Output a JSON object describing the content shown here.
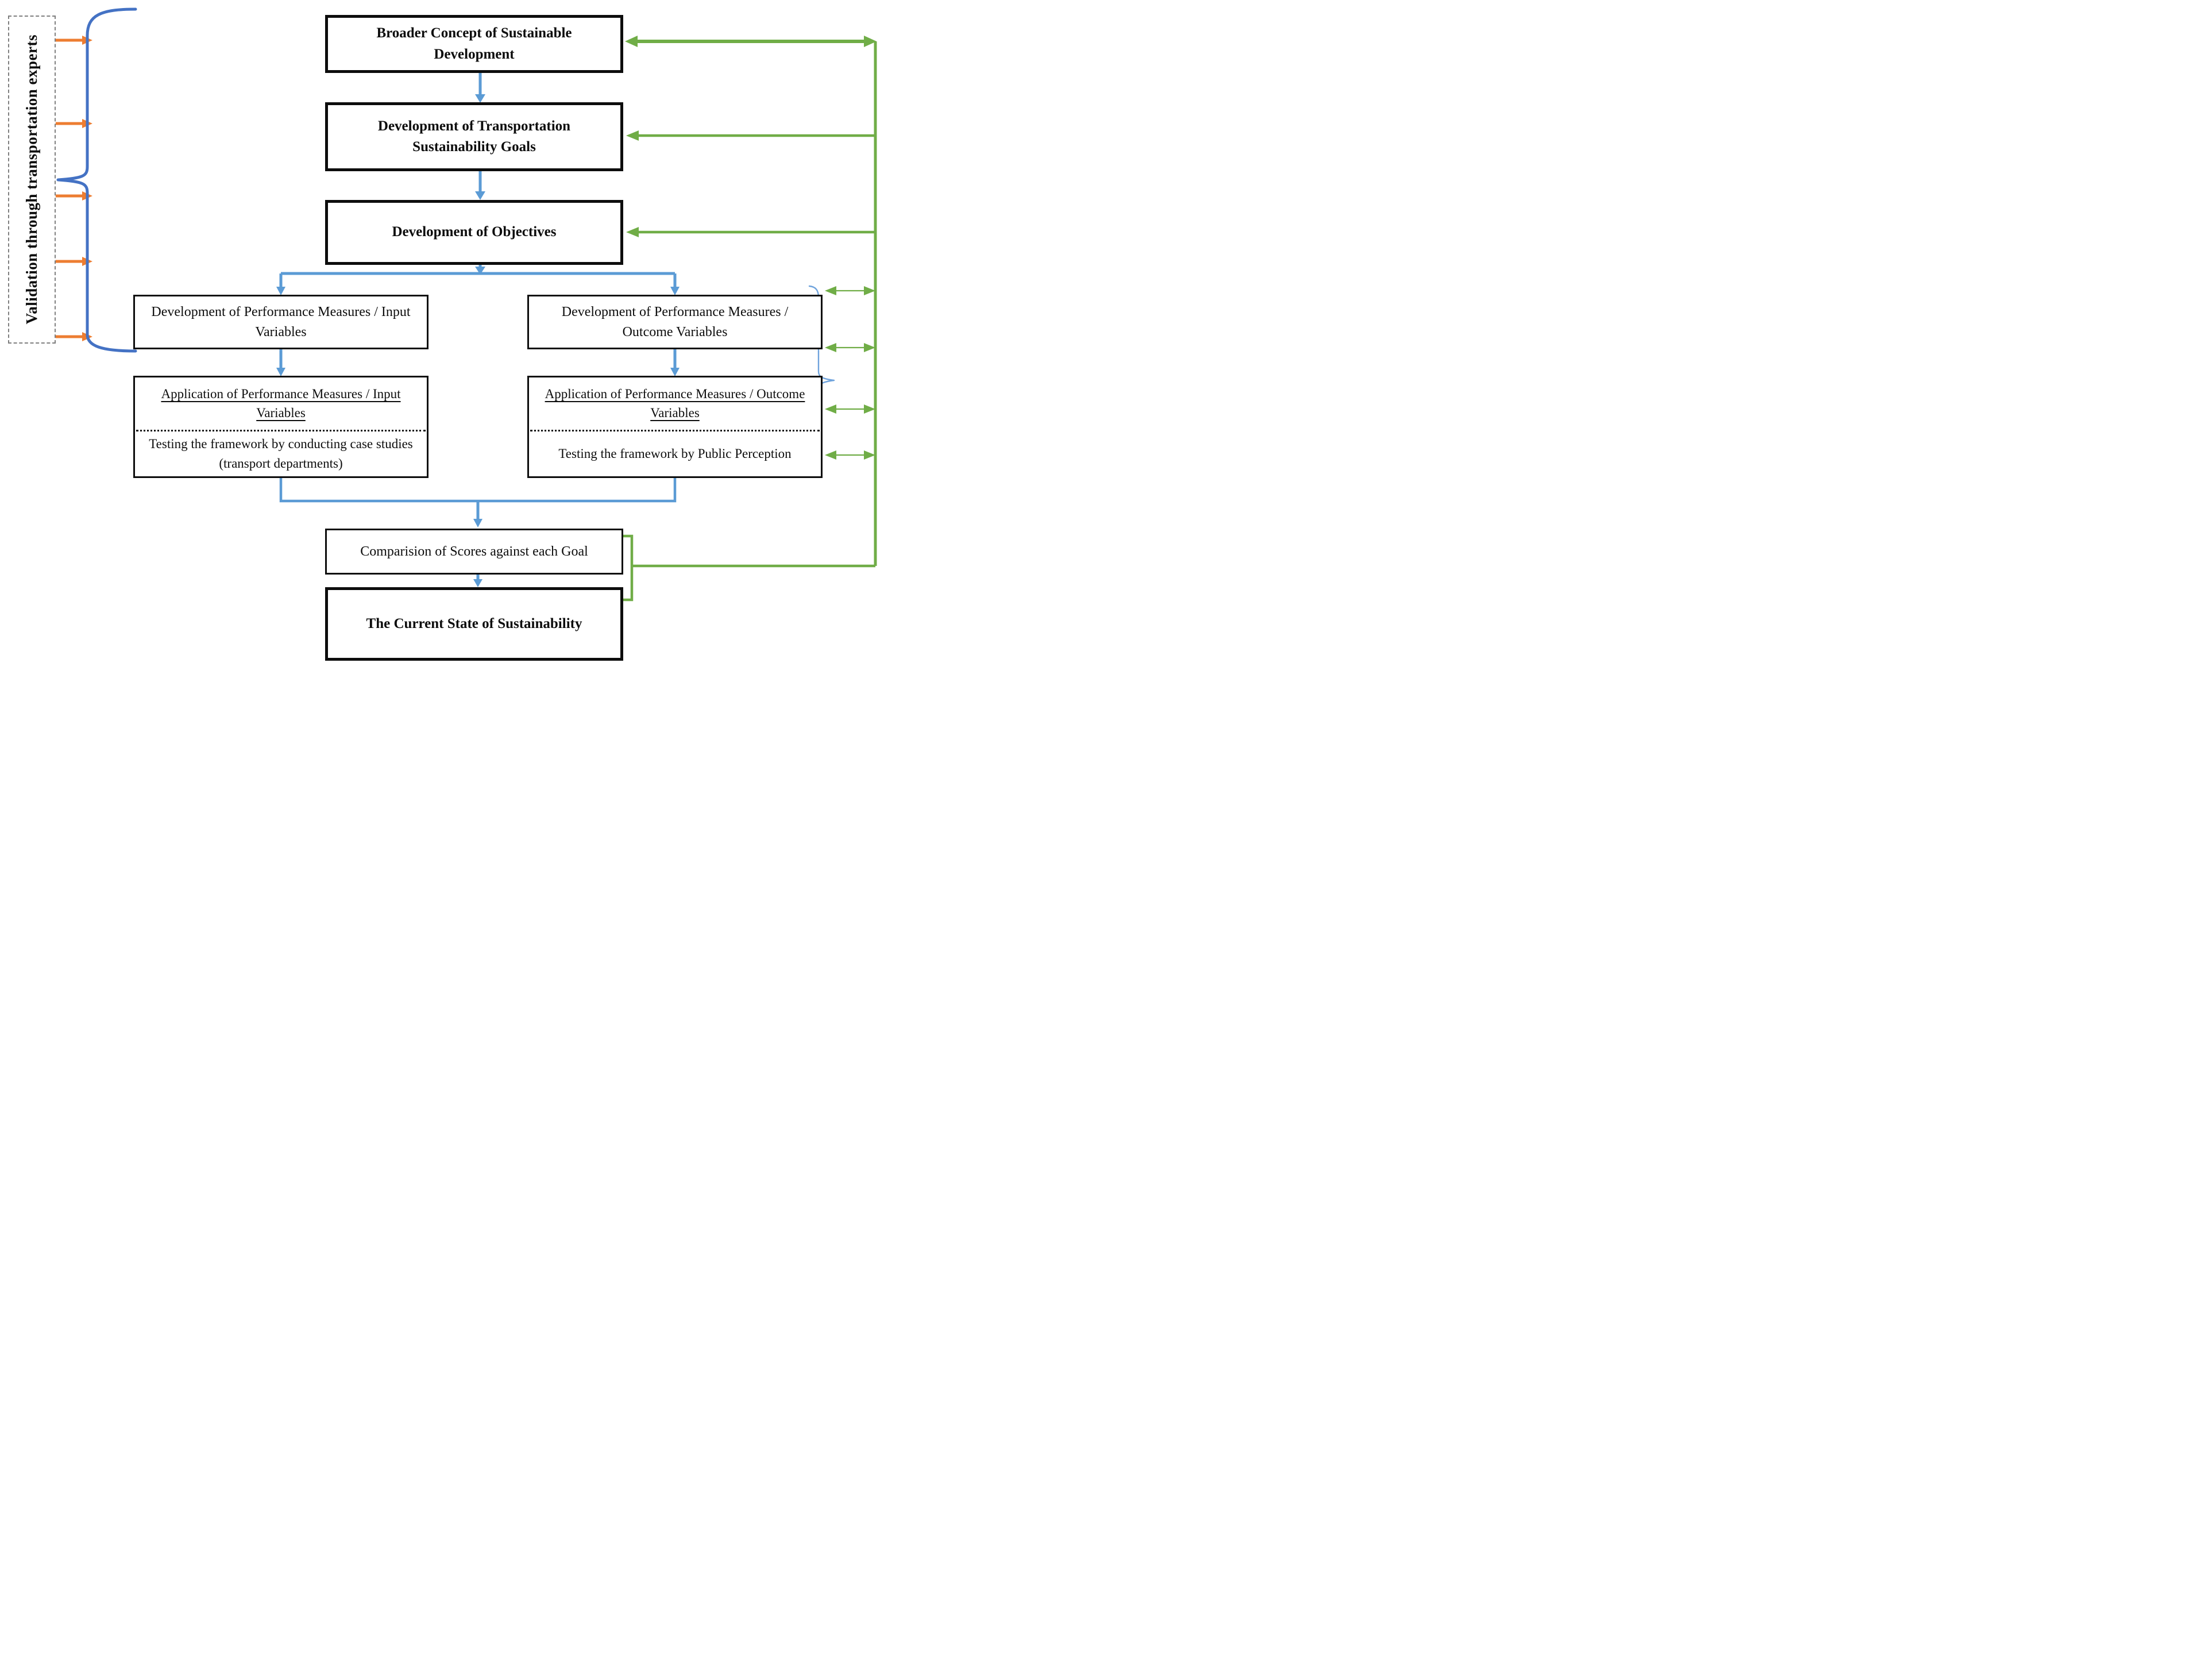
{
  "figure": {
    "left_panel": {
      "label": "Validation through transportation experts"
    },
    "flow": {
      "broader": "Broader Concept of Sustainable Development",
      "goals": "Development of Transportation Sustainability Goals",
      "objectives": "Development of Objectives"
    },
    "parallel": {
      "input_dev": "Development of Performance Measures / Input Variables",
      "outcome_dev": "Development of Performance Measures / Outcome Variables"
    },
    "application": {
      "input": {
        "title": "Application of Performance Measures / Input Variables",
        "note": "Testing the framework by conducting case studies (transport departments)"
      },
      "outcome": {
        "title": "Application of Performance Measures / Outcome Variables",
        "note": "Testing the framework by Public Perception"
      }
    },
    "bottom": {
      "comparison": "Comparision of Scores against each Goal",
      "current": "The Current State of Sustainability"
    },
    "palette": {
      "flow_arrow_blue": "#5B9BD5",
      "left_brace_blue": "#4472C4",
      "right_brace_blue": "#6FA3DC",
      "feedback_green": "#70AD47",
      "validation_orange": "#ED7D31",
      "box_border_black": "#0d0d0d",
      "panel_border_gray": "#7f7f7f"
    }
  }
}
